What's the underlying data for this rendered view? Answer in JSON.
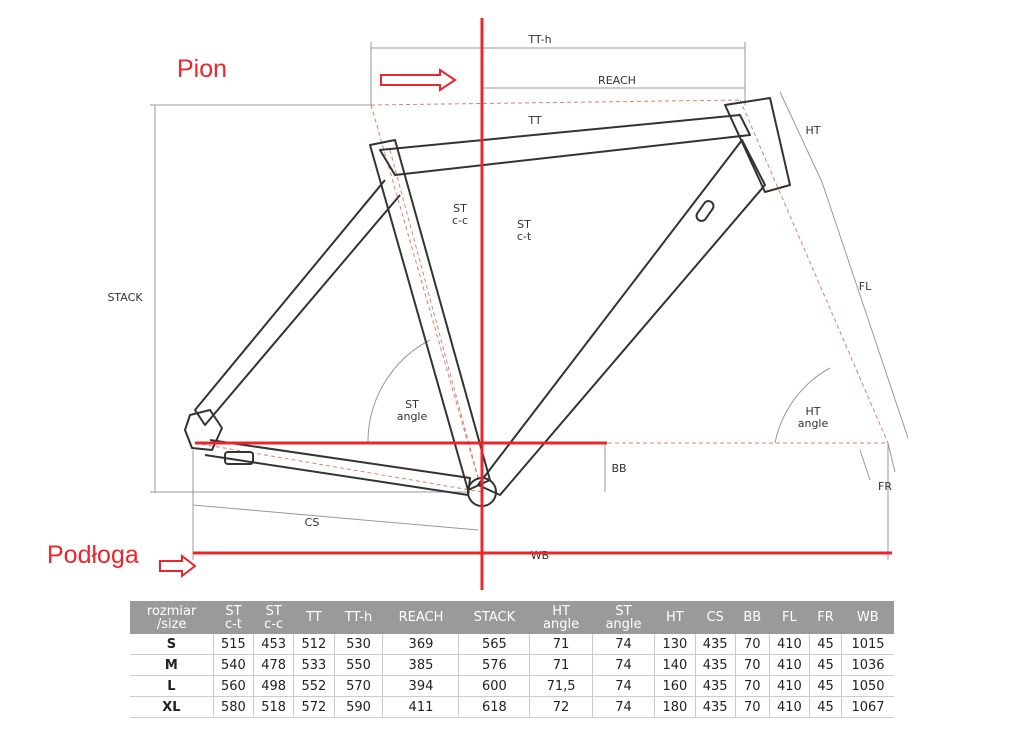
{
  "labels": {
    "tt_h": "TT-h",
    "reach": "REACH",
    "tt": "TT",
    "ht": "HT",
    "st_cc_1": "ST",
    "st_cc_2": "c-c",
    "st_ct_1": "ST",
    "st_ct_2": "c-t",
    "stack": "STACK",
    "fl": "FL",
    "st_angle_1": "ST",
    "st_angle_2": "angle",
    "ht_angle_1": "HT",
    "ht_angle_2": "angle",
    "bb": "BB",
    "fr": "FR",
    "cs": "CS",
    "wb": "WB"
  },
  "annotations": {
    "vertical": "Pion",
    "floor": "Podłoga",
    "color": "#e8262b"
  },
  "table": {
    "headers": [
      [
        "rozmiar",
        "/size"
      ],
      [
        "ST",
        "c-t"
      ],
      [
        "ST",
        "c-c"
      ],
      [
        "TT",
        ""
      ],
      [
        "TT-h",
        ""
      ],
      [
        "REACH",
        ""
      ],
      [
        "STACK",
        ""
      ],
      [
        "HT",
        "angle"
      ],
      [
        "ST",
        "angle"
      ],
      [
        "HT",
        ""
      ],
      [
        "CS",
        ""
      ],
      [
        "BB",
        ""
      ],
      [
        "FL",
        ""
      ],
      [
        "FR",
        ""
      ],
      [
        "WB",
        ""
      ]
    ],
    "rows": [
      [
        "S",
        "515",
        "453",
        "512",
        "530",
        "369",
        "565",
        "71",
        "74",
        "130",
        "435",
        "70",
        "410",
        "45",
        "1015"
      ],
      [
        "M",
        "540",
        "478",
        "533",
        "550",
        "385",
        "576",
        "71",
        "74",
        "140",
        "435",
        "70",
        "410",
        "45",
        "1036"
      ],
      [
        "L",
        "560",
        "498",
        "552",
        "570",
        "394",
        "600",
        "71,5",
        "74",
        "160",
        "435",
        "70",
        "410",
        "45",
        "1050"
      ],
      [
        "XL",
        "580",
        "518",
        "572",
        "590",
        "411",
        "618",
        "72",
        "74",
        "180",
        "435",
        "70",
        "410",
        "45",
        "1067"
      ]
    ]
  }
}
